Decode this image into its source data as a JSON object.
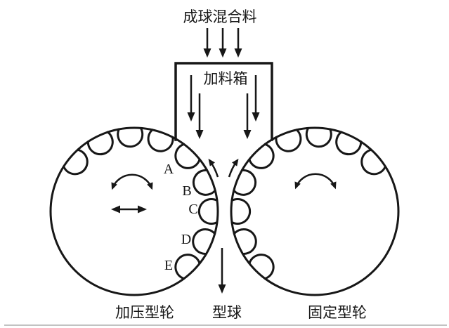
{
  "diagram": {
    "feed_material_label": "成球混合料",
    "feed_box_label": "加料箱",
    "zone_labels": [
      "A",
      "B",
      "C",
      "D",
      "E"
    ],
    "pressure_wheel_label": "加压型轮",
    "ball_label": "型球",
    "fixed_wheel_label": "固定型轮",
    "colors": {
      "line": "#171717",
      "background": "#ffffff",
      "scan_artifact": "#9a9a9a"
    }
  }
}
